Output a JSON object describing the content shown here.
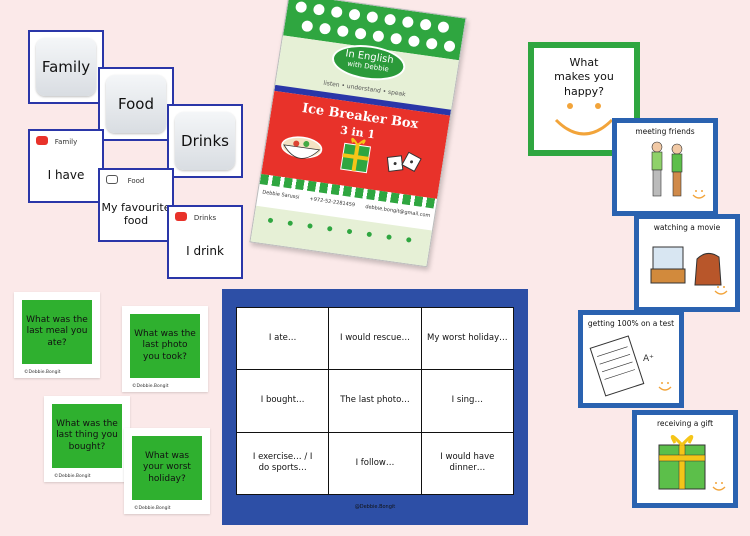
{
  "category_cards": [
    {
      "label": "Family"
    },
    {
      "label": "Food"
    },
    {
      "label": "Drinks"
    }
  ],
  "phrase_cards": [
    {
      "head": "Family",
      "body": "I have",
      "bubble_color": "#e8322a"
    },
    {
      "head": "Food",
      "body": "My favourite food",
      "bubble_color": "#ffffff"
    },
    {
      "head": "Drinks",
      "body": "I drink",
      "bubble_color": "#e8322a"
    }
  ],
  "box": {
    "logo_line1": "In English",
    "logo_line2": "with Debbie",
    "tagline": "listen • understand • speak",
    "title": "Ice Breaker Box",
    "subtitle": "3 in 1",
    "contact_name": "Debbie Sarussi",
    "contact_phone": "+972-52-2281459",
    "contact_email": "debbie.bongit@gmail.com"
  },
  "question_cards": [
    {
      "text": "What was the last meal you ate?",
      "copyright": "©Debbie.Bongit"
    },
    {
      "text": "What was the last photo you took?",
      "copyright": "©Debbie.Bongit"
    },
    {
      "text": "What was the last thing you bought?",
      "copyright": "©Debbie.Bongit"
    },
    {
      "text": "What was your worst holiday?",
      "copyright": "©Debbie.Bongit"
    }
  ],
  "bingo": {
    "cells": [
      "I ate…",
      "I would rescue…",
      "My worst holiday…",
      "I bought…",
      "The last photo…",
      "I sing…",
      "I exercise… / I do sports…",
      "I follow…",
      "I would have dinner…"
    ],
    "copyright": "@Debbie.Bongit"
  },
  "happy_card": {
    "question": "What makes you happy?"
  },
  "picture_cards": [
    {
      "label": "meeting friends"
    },
    {
      "label": "watching a movie"
    },
    {
      "label": "getting 100% on a test"
    },
    {
      "label": "receiving a gift"
    }
  ],
  "colors": {
    "card_border": "#2a36a8",
    "green": "#2fb02f",
    "bingo_blue": "#2d4fa6",
    "box_red": "#e8322a",
    "smile": "#f2a43a"
  }
}
